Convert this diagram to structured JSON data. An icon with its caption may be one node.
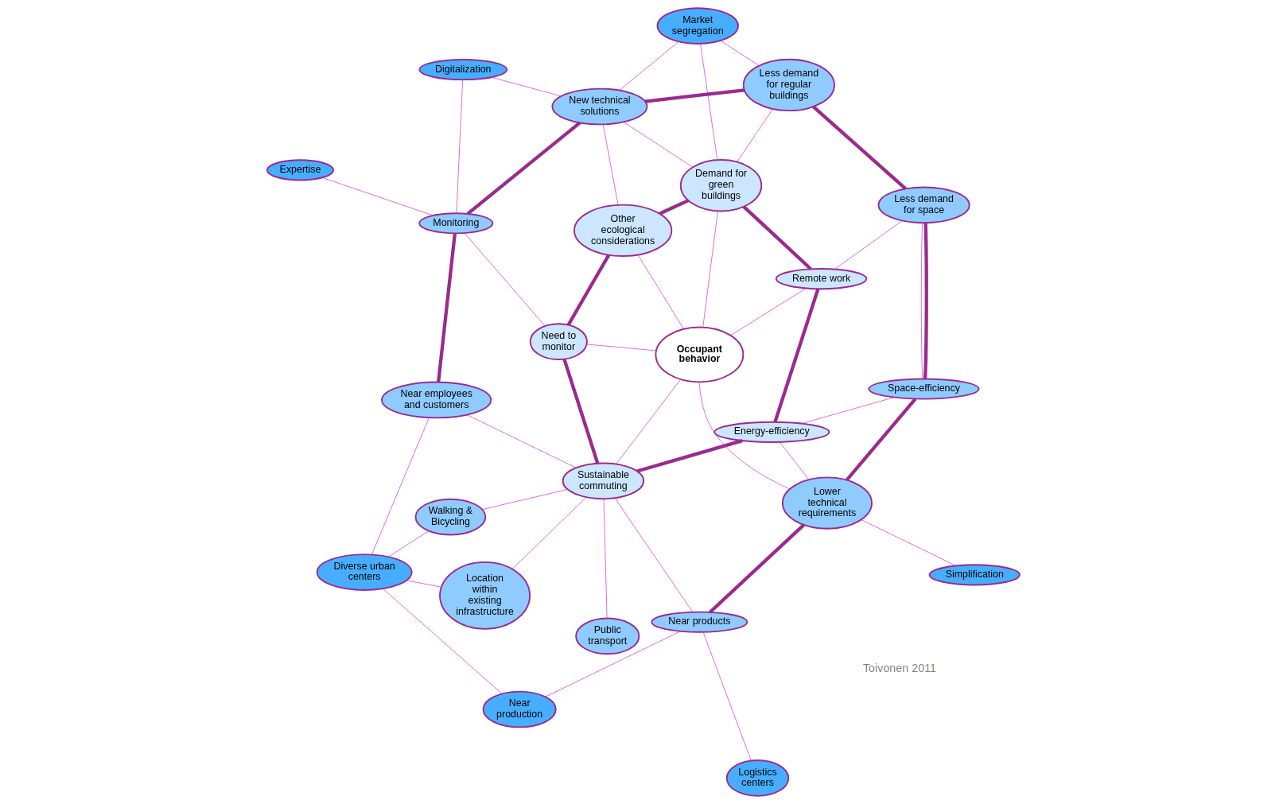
{
  "diagram": {
    "nodes": [
      {
        "text": [
          "Diverse urban centers"
        ]
      },
      {
        "text": [
          "Location within existing infrastructure"
        ]
      },
      {
        "text": [
          "Public transport"
        ]
      },
      {
        "text": [
          "Near production"
        ]
      },
      {
        "text": [
          "Logistics centers"
        ]
      },
      {
        "text": [
          "Walking & Bicycling"
        ]
      },
      {
        "text": [
          "Near products"
        ]
      },
      {
        "text": [
          "Simplification"
        ]
      },
      {
        "text": [
          "Near employees and customers"
        ]
      },
      {
        "text": [
          "Sustainable commuting"
        ]
      },
      {
        "text": [
          "Lower technical requirements"
        ]
      },
      {
        "text": [
          "Monitoring"
        ]
      },
      {
        "text": [
          "Need to monitor"
        ]
      },
      {
        "text": [
          "Occupant behavior"
        ]
      },
      {
        "text": [
          "Energy-efficiency"
        ]
      },
      {
        "text": [
          "Space-efficiency"
        ]
      },
      {
        "text": [
          "Remote work"
        ]
      },
      {
        "text": [
          "Other ecological considerations"
        ]
      },
      {
        "text": [
          "Demand for green buildings"
        ]
      },
      {
        "text": [
          "Less demand for space"
        ]
      },
      {
        "text": [
          "Expertise"
        ]
      },
      {
        "text": [
          "New technical solutions"
        ]
      },
      {
        "text": [
          "Less demand for regular buildings"
        ]
      },
      {
        "text": [
          "Digitalization"
        ]
      },
      {
        "text": [
          "Market segregation"
        ]
      }
    ],
    "edges": [
      {
        "from": 0,
        "to": 3,
        "arrow": "none"
      },
      {
        "from": 0,
        "to": 1,
        "arrow": "none"
      },
      {
        "from": 0,
        "to": 8,
        "arrow": "none"
      },
      {
        "from": 0,
        "to": 5,
        "arrow": "none"
      },
      {
        "from": 5,
        "to": 9,
        "arrow": "none"
      },
      {
        "from": 8,
        "to": 9,
        "arrow": "none"
      },
      {
        "from": 1,
        "to": 9,
        "arrow": "none"
      },
      {
        "from": 2,
        "to": 9,
        "arrow": "none"
      },
      {
        "from": 3,
        "to": 6,
        "arrow": "none"
      },
      {
        "from": 4,
        "to": 6,
        "arrow": "none"
      },
      {
        "from": 9,
        "to": 6,
        "arrow": "none"
      },
      {
        "from": 7,
        "to": 10,
        "arrow": "none"
      },
      {
        "from": 13,
        "to": 10,
        "arrow": "none"
      },
      {
        "from": 14,
        "to": 10,
        "arrow": "none"
      },
      {
        "from": 9,
        "to": 13,
        "arrow": "none"
      },
      {
        "from": 11,
        "to": 12,
        "arrow": "none"
      },
      {
        "from": 11,
        "to": 20,
        "arrow": "none"
      },
      {
        "from": 11,
        "to": 23,
        "arrow": "none"
      },
      {
        "from": 12,
        "to": 13,
        "arrow": "none"
      },
      {
        "from": 13,
        "to": 17,
        "arrow": "none"
      },
      {
        "from": 13,
        "to": 18,
        "arrow": "none"
      },
      {
        "from": 13,
        "to": 16,
        "arrow": "none"
      },
      {
        "from": 14,
        "to": 15,
        "arrow": "none"
      },
      {
        "from": 16,
        "to": 19,
        "arrow": "none"
      },
      {
        "from": 15,
        "to": 19,
        "arrow": "none"
      },
      {
        "from": 17,
        "to": 21,
        "arrow": "none"
      },
      {
        "from": 21,
        "to": 18,
        "arrow": "none"
      },
      {
        "from": 18,
        "to": 24,
        "arrow": "none"
      },
      {
        "from": 21,
        "to": 24,
        "arrow": "none"
      },
      {
        "from": 22,
        "to": 24,
        "arrow": "none"
      },
      {
        "from": 18,
        "to": 22,
        "arrow": "none"
      },
      {
        "from": 23,
        "to": 21,
        "arrow": "none"
      },
      {
        "from": 8,
        "to": 11,
        "arrow": "none",
        "style": "thick",
        "color": "#9b2a8e"
      },
      {
        "from": 9,
        "to": 12,
        "arrow": "none",
        "style": "thick",
        "color": "#9b2a8e"
      },
      {
        "from": 9,
        "to": 14,
        "arrow": "none",
        "style": "thick",
        "color": "#9b2a8e"
      },
      {
        "from": 6,
        "to": 10,
        "arrow": "none",
        "style": "thick",
        "color": "#9b2a8e"
      },
      {
        "from": 10,
        "to": 15,
        "arrow": "none",
        "style": "thick",
        "color": "#9b2a8e"
      },
      {
        "from": 14,
        "to": 16,
        "arrow": "none",
        "style": "thick",
        "color": "#9b2a8e"
      },
      {
        "from": 12,
        "to": 17,
        "arrow": "none",
        "style": "thick",
        "color": "#9b2a8e"
      },
      {
        "from": 17,
        "to": 18,
        "arrow": "none",
        "style": "thick",
        "color": "#9b2a8e"
      },
      {
        "from": 16,
        "to": 18,
        "arrow": "none",
        "style": "thick",
        "color": "#9b2a8e"
      },
      {
        "from": 15,
        "to": 19,
        "arrow": "none",
        "style": "thick",
        "color": "#9b2a8e"
      },
      {
        "from": 19,
        "to": 22,
        "arrow": "none",
        "style": "thick",
        "color": "#9b2a8e"
      },
      {
        "from": 11,
        "to": 21,
        "arrow": "none",
        "style": "thick",
        "color": "#9b2a8e"
      },
      {
        "from": 21,
        "to": 22,
        "arrow": "none",
        "style": "thick",
        "color": "#9b2a8e"
      }
    ],
    "labels": [
      "Toivonen 2011"
    ]
  }
}
